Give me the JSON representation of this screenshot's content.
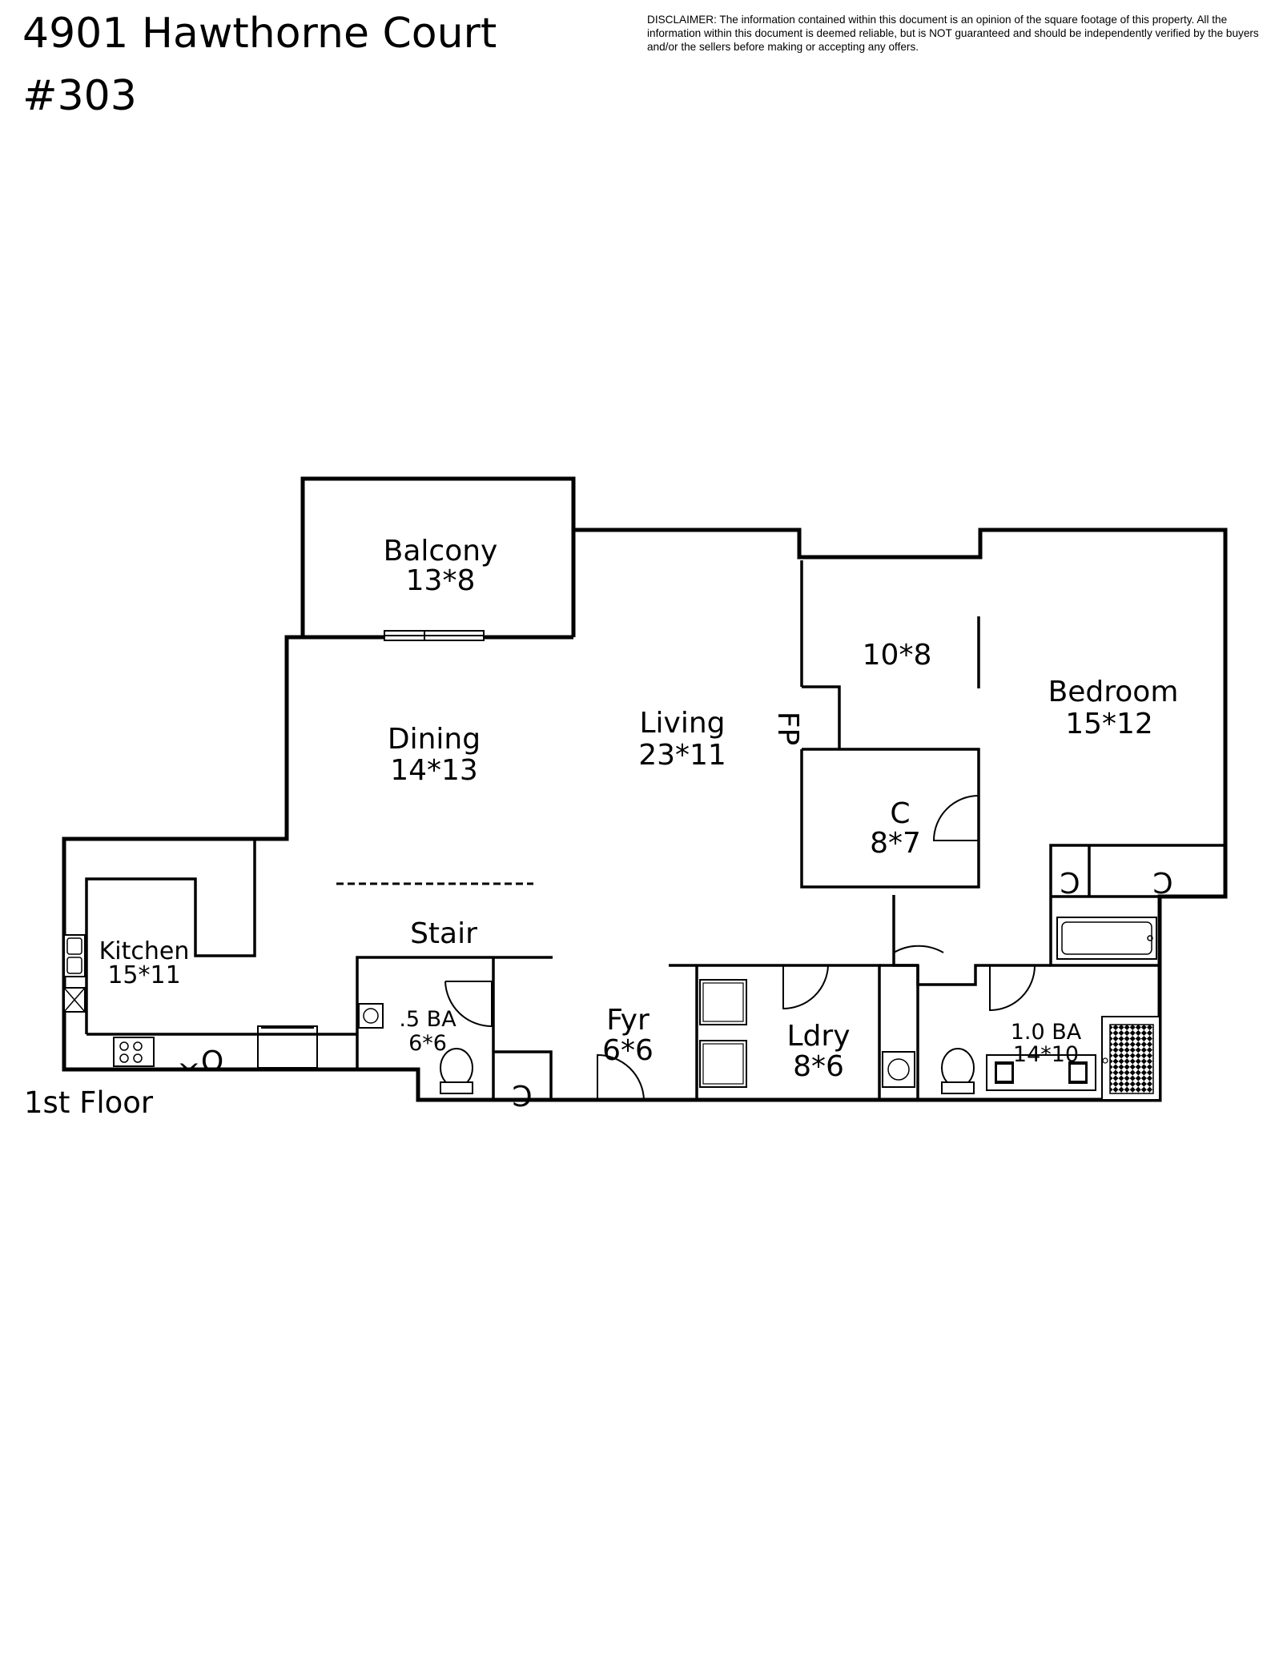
{
  "header": {
    "address_line1": "4901 Hawthorne Court",
    "address_line2": "#303",
    "disclaimer": "DISCLAIMER: The information contained within this document is an opinion of the square footage of this property. All the information within this document is deemed reliable, but is NOT guaranteed and should be independently verified by the buyers and/or the sellers before making or accepting any offers."
  },
  "floor_label": "1st Floor",
  "rooms": {
    "balcony": {
      "name": "Balcony",
      "size": "13*8"
    },
    "dining": {
      "name": "Dining",
      "size": "14*13"
    },
    "living": {
      "name": "Living",
      "size": "23*11"
    },
    "fireplace": {
      "name": "FP"
    },
    "nook": {
      "size": "10*8"
    },
    "bedroom": {
      "name": "Bedroom",
      "size": "15*12"
    },
    "closet_main": {
      "name": "C",
      "size": "8*7"
    },
    "kitchen": {
      "name": "Kitchen",
      "size": "15*11"
    },
    "stair": {
      "name": "Stair"
    },
    "half_bath": {
      "name": ".5 BA",
      "size": "6*6"
    },
    "foyer": {
      "name": "Fyr",
      "size": "6*6"
    },
    "laundry": {
      "name": "Ldry",
      "size": "8*6"
    },
    "full_bath": {
      "name": "1.0 BA",
      "size": "14*10"
    },
    "closet_foyer": {
      "name": "C"
    },
    "closet_bed_left": {
      "name": "C"
    },
    "closet_bed_right": {
      "name": "C"
    },
    "oven_label": "O^"
  }
}
